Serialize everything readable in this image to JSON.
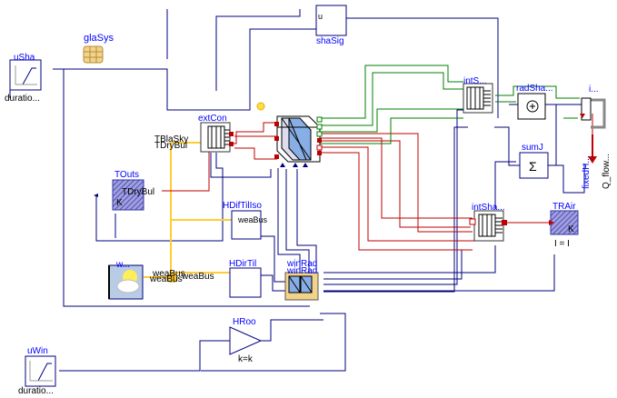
{
  "labels": {
    "glaSys": "glaSys",
    "uSha": "uSha",
    "uSha_param": "duratio...",
    "shaSig": "shaSig",
    "shaSig_port": "u",
    "extCon": "extCon",
    "TBlaSky": "TBlaSky",
    "TDryBul_top": "TDryBul",
    "TOuts": "TOuts",
    "TOuts_port": "TDryBul",
    "TOuts_K": "K",
    "HDifTilIso": "HDifTilIso",
    "weaBus_a": "weaBus",
    "HDirTil": "HDirTil",
    "weather": "w...",
    "weaBus_b": "weaBus",
    "weaBus_c": "weaBus",
    "weaBus_d": "weaBus",
    "winRad_a": "winRad",
    "winRad_b": "winRad",
    "HRoo": "HRoo",
    "HRoo_param": "k=k",
    "uWin": "uWin",
    "uWin_param": "duratio...",
    "intS": "intS...",
    "radSha": "radSha...",
    "i_top": "i...",
    "sumJ": "sumJ",
    "sumJ_sym": "Σ",
    "fixedH": "fixedH...",
    "Q_flow": "Q_flow...",
    "intSha": "intSha...",
    "TRAir": "TRAir",
    "TRAir_K": "K",
    "TRAir_eq": "I = I"
  },
  "colors": {
    "block_blue": "#0000ff",
    "connector_navy": "#00007f",
    "thermal_red": "#bf0000",
    "weather_gold": "#ffcc33",
    "signal_green": "#007f00",
    "thermal_fill": "#6464c8"
  }
}
